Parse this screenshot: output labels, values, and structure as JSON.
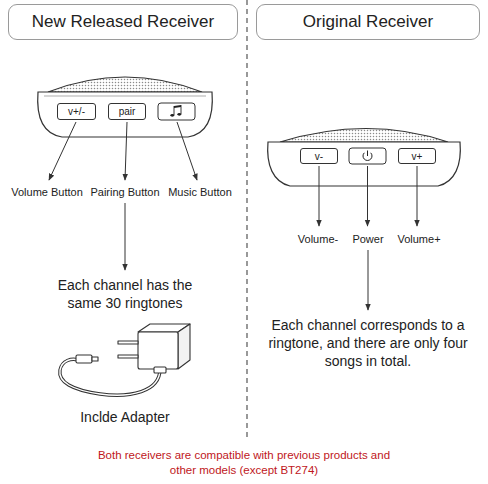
{
  "diagram": {
    "nodes": [
      {
        "text": [
          "New Released Receiver"
        ]
      },
      {
        "text": [
          "Original Receiver"
        ]
      },
      {
        "text": [
          "v+/-"
        ]
      },
      {
        "text": [
          "pair"
        ]
      },
      {
        "text": [
          "v-"
        ]
      },
      {
        "text": [
          "v+"
        ]
      }
    ],
    "labels": [
      "Volume Button",
      "Pairing Button",
      "Music Button",
      "Each channel has the same 30 ringtones",
      "Inclde Adapter",
      "Volume-",
      "Power",
      "Volume+",
      "Each channel corresponds to a ringtone, and there are only four songs in total.",
      "Both receivers are compatible with previous products and other models (except BT274)"
    ]
  }
}
